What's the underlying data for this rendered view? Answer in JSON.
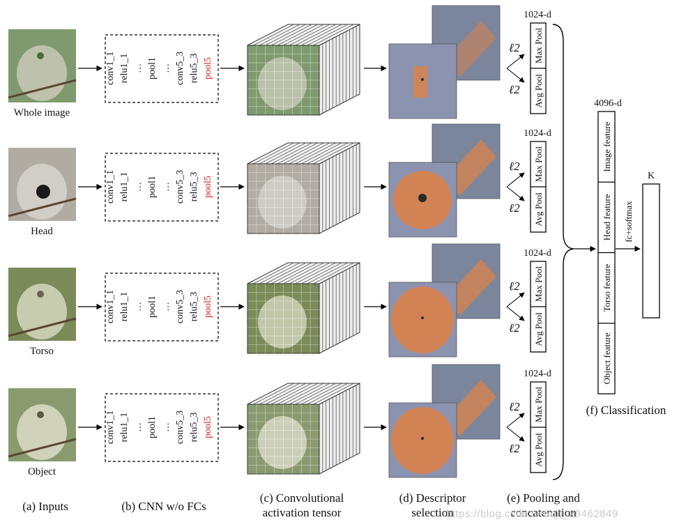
{
  "rows": [
    {
      "input_label": "Whole image",
      "layers": [
        "conv1_1",
        "relu1_1",
        "...",
        "pool1",
        "...",
        "conv5_3",
        "relu5_3",
        "pool5"
      ],
      "dim": "1024-d",
      "norm": "ℓ2",
      "pools": [
        "Avg Pool",
        "Max Pool"
      ],
      "colors": {
        "bg": "#7f9a6e",
        "fg": "#c9c9b8",
        "dark": "#4d6b3f"
      }
    },
    {
      "input_label": "Head",
      "layers": [
        "conv1_1",
        "relu1_1",
        "...",
        "pool1",
        "...",
        "conv5_3",
        "relu5_3",
        "pool5"
      ],
      "dim": "1024-d",
      "norm": "ℓ2",
      "pools": [
        "Avg Pool",
        "Max Pool"
      ],
      "colors": {
        "bg": "#b0aca4",
        "fg": "#d6d3cc",
        "dark": "#1a1a1a"
      }
    },
    {
      "input_label": "Torso",
      "layers": [
        "conv1_1",
        "relu1_1",
        "...",
        "pool1",
        "...",
        "conv5_3",
        "relu5_3",
        "pool5"
      ],
      "dim": "1024-d",
      "norm": "ℓ2",
      "pools": [
        "Avg Pool",
        "Max Pool"
      ],
      "colors": {
        "bg": "#7b8a58",
        "fg": "#d5d6bf",
        "dark": "#6b6150"
      }
    },
    {
      "input_label": "Object",
      "layers": [
        "conv1_1",
        "relu1_1",
        "...",
        "pool1",
        "...",
        "conv5_3",
        "relu5_3",
        "pool5"
      ],
      "dim": "1024-d",
      "norm": "ℓ2",
      "pools": [
        "Avg Pool",
        "Max Pool"
      ],
      "colors": {
        "bg": "#8a9a6e",
        "fg": "#dcdcca",
        "dark": "#5a5a48"
      }
    }
  ],
  "layer_highlight_color": "#e0201c",
  "descriptor_color": "#d9824a",
  "classification": {
    "dim": "4096-d",
    "features": [
      "Image feature",
      "Head feature",
      "Torso feature",
      "Object feature"
    ],
    "fc_label": "fc+softmax",
    "output_label": "K"
  },
  "captions": {
    "a": "(a) Inputs",
    "b": "(b) CNN w/o FCs",
    "c1": "(c) Convolutional",
    "c2": "activation tensor",
    "d1": "(d) Descriptor",
    "d2": "selection",
    "e1": "(e) Pooling and",
    "e2": "concatenation",
    "f": "(f) Classification"
  },
  "watermark": "https://blog.csdn.net/qq_29462849"
}
